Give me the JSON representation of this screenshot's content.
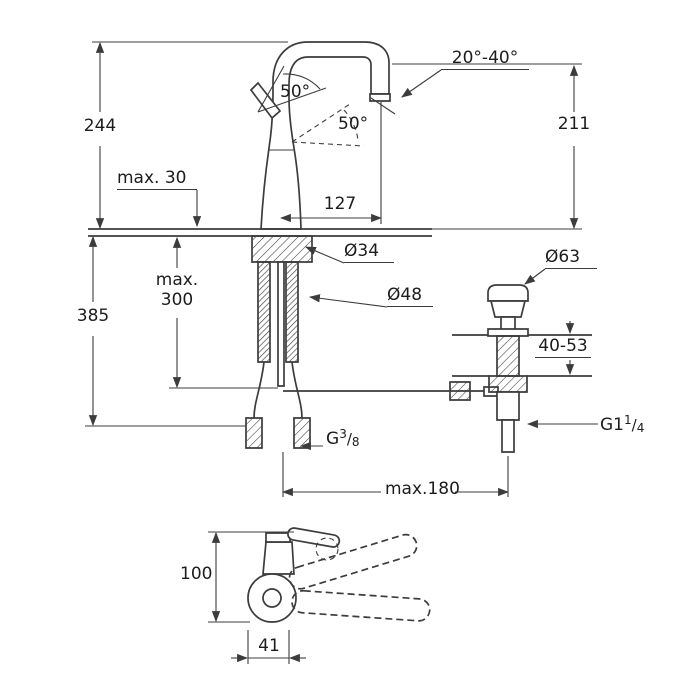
{
  "drawing": {
    "title": "faucet-technical-dimension-drawing",
    "colors": {
      "line": "#3c3c3c",
      "text": "#1c1c1c",
      "background": "#ffffff"
    },
    "labels": {
      "height_total": "244",
      "deck_max": "max. 30",
      "depth_below": "385",
      "hose_max": {
        "line1": "max.",
        "line2": "300"
      },
      "handle_swing_top": "50°",
      "handle_swing_side": "50°",
      "spout_reach": "127",
      "spout_angle_range": "20°-40°",
      "spout_height": "211",
      "hole_diameter": "Ø34",
      "base_diameter": "Ø48",
      "waste_knob_diameter": "Ø63",
      "deck_thickness_range": "40-53",
      "hose_thread": {
        "prefix": "G",
        "numerator": "3",
        "slash": "/",
        "denominator": "8"
      },
      "waste_thread": {
        "prefix": "G1",
        "numerator": "1",
        "slash": "/",
        "denominator": "4"
      },
      "center_distance": "max.180",
      "top_view_depth": "100",
      "top_view_offset": "41"
    }
  }
}
